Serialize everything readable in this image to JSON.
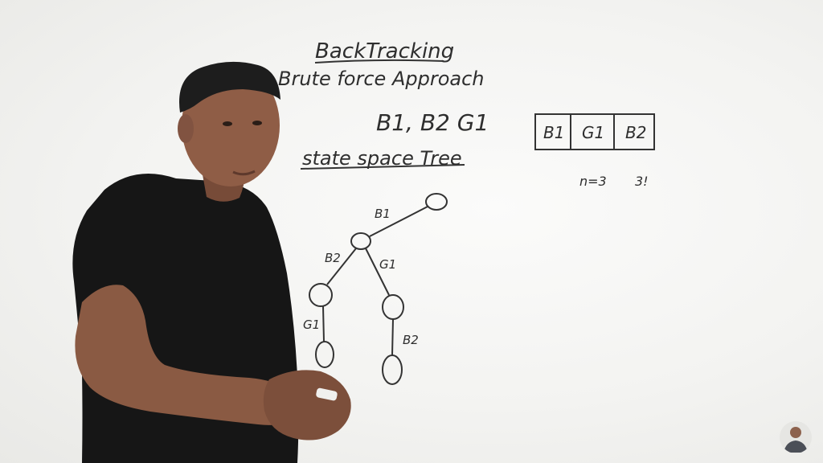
{
  "board": {
    "title": "BackTracking",
    "subtitle": "Brute force Approach",
    "items": "B1, B2 G1",
    "section": "state space Tree",
    "arrangement": [
      "B1",
      "G1",
      "B2"
    ],
    "note_n": "n=3",
    "note_fact": "3!",
    "edges": {
      "root_left": "B1",
      "left_left": "B2",
      "left_right": "G1",
      "ll_child": "G1",
      "lr_child": "B2"
    }
  },
  "colors": {
    "ink": "#2e2e2e",
    "shirt": "#161616",
    "skin": "#8a5a43",
    "board": "#f4f4f2"
  }
}
